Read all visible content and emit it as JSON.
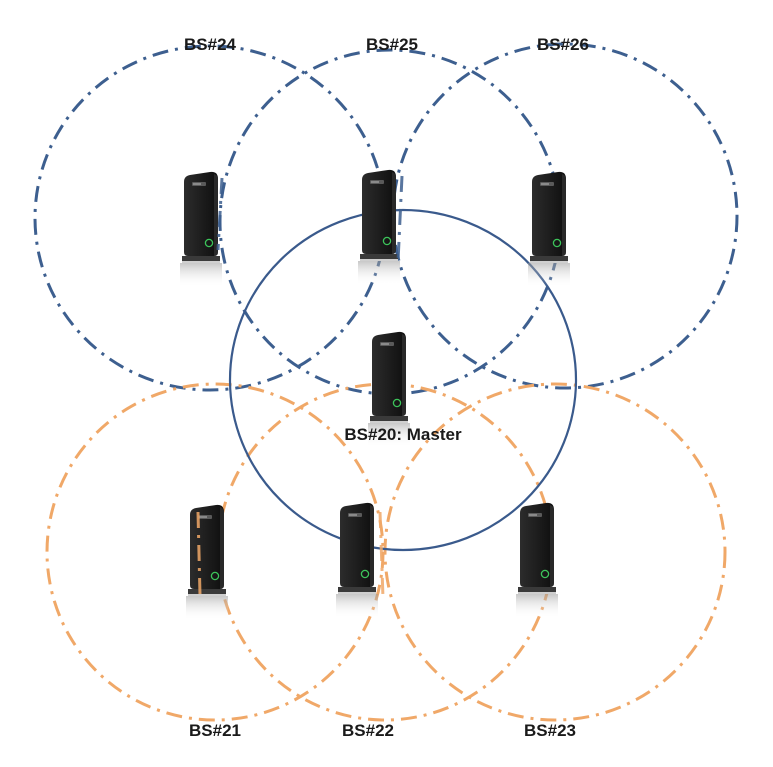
{
  "diagram": {
    "colors": {
      "upper_ring": "#3d5f8f",
      "lower_ring": "#f0a868",
      "master_ring": "#3a5a8c",
      "device_body": "#1f1f1f",
      "device_led": "#3cc45a",
      "label": "#1a1a1a"
    },
    "stations": [
      {
        "id": "bs24",
        "label": "BS#24",
        "group": "upper",
        "icon": "base-station-icon"
      },
      {
        "id": "bs25",
        "label": "BS#25",
        "group": "upper",
        "icon": "base-station-icon"
      },
      {
        "id": "bs26",
        "label": "BS#26",
        "group": "upper",
        "icon": "base-station-icon"
      },
      {
        "id": "bs20",
        "label": "BS#20: Master",
        "group": "master",
        "icon": "base-station-icon"
      },
      {
        "id": "bs21",
        "label": "BS#21",
        "group": "lower",
        "icon": "base-station-icon"
      },
      {
        "id": "bs22",
        "label": "BS#22",
        "group": "lower",
        "icon": "base-station-icon"
      },
      {
        "id": "bs23",
        "label": "BS#23",
        "group": "lower",
        "icon": "base-station-icon"
      }
    ]
  }
}
